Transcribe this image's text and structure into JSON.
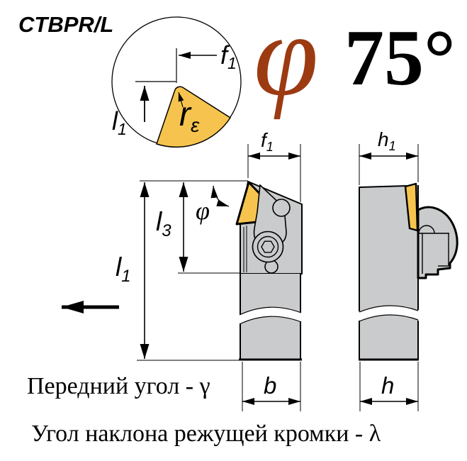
{
  "title": "CTBPR/L",
  "header": {
    "phi": "φ",
    "value": "75°"
  },
  "detail_circle": {
    "f1": {
      "base": "f",
      "sub": "1"
    },
    "l1": {
      "base": "l",
      "sub": "1"
    },
    "re": {
      "base": "r",
      "sub": "ε"
    }
  },
  "front_view": {
    "f1": {
      "base": "f",
      "sub": "1"
    },
    "l3": {
      "base": "l",
      "sub": "3"
    },
    "l1": {
      "base": "l",
      "sub": "1"
    },
    "phi": "φ",
    "b": "b"
  },
  "side_view": {
    "h1": {
      "base": "h",
      "sub": "1"
    },
    "h": "h"
  },
  "captions": {
    "rake_angle": "Передний угол - γ",
    "edge_inclination": "Угол наклона режущей кромки - λ"
  },
  "colors": {
    "insert": "#F6C44E",
    "body": "#CACBCC",
    "phi_symbol": "#9C3A12",
    "line": "#000000",
    "background": "#FFFFFF"
  }
}
